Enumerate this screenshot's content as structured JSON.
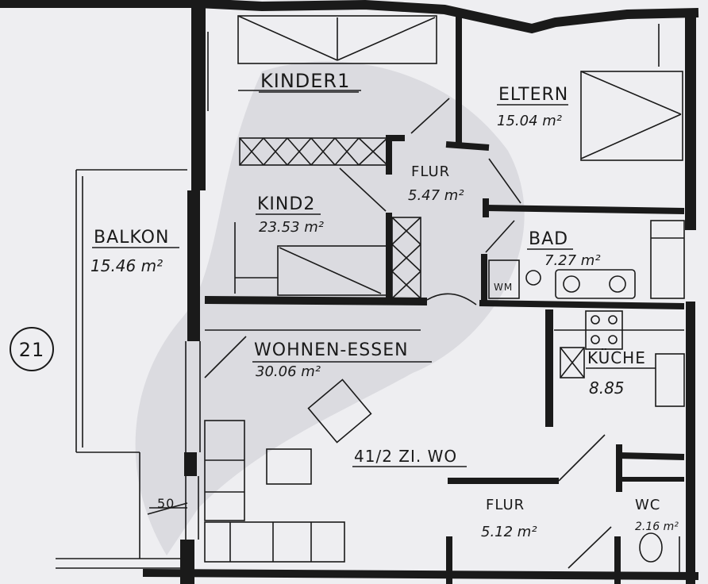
{
  "plan_number": "21",
  "unit_label": "41/2 ZI. WO",
  "dimension": "50",
  "rooms": {
    "kinder1": {
      "name": "KINDER1"
    },
    "eltern": {
      "name": "ELTERN",
      "area": "15.04 m²"
    },
    "flur_upper": {
      "name": "FLUR",
      "area": "5.47 m²"
    },
    "kind2": {
      "name": "KIND2",
      "area": "23.53 m²"
    },
    "balkon": {
      "name": "BALKON",
      "area": "15.46 m²"
    },
    "bad": {
      "name": "BAD",
      "area": "7.27 m²",
      "fixture": "WM"
    },
    "wohnen": {
      "name": "WOHNEN-ESSEN",
      "area": "30.06 m²"
    },
    "kueche": {
      "name": "KÜCHE",
      "area": "8.85"
    },
    "flur_lower": {
      "name": "FLUR",
      "area": "5.12 m²"
    },
    "wc": {
      "name": "WC",
      "area": "2.16 m²"
    }
  },
  "colors": {
    "paper": "#eeeef1",
    "ink": "#1a1a1a",
    "shadow": "#c9c9cf"
  }
}
